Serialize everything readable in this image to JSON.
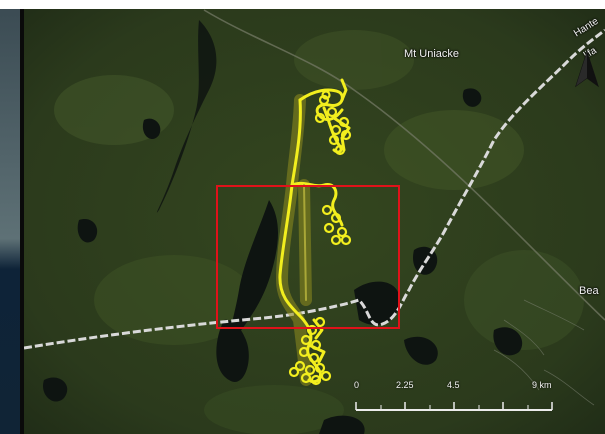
{
  "map": {
    "place_labels": {
      "unicacke": "Mt Uniacke",
      "hants": "Hante",
      "halifax": "lifa",
      "bea": "Bea"
    },
    "scale_bar": {
      "ticks": [
        "0",
        "2.25",
        "4.5",
        "",
        "9 km"
      ]
    },
    "colors": {
      "study_area_box": "#e0121a",
      "tracks": "#f2ee1e",
      "highway": "#e8e8e8",
      "land": "#2d3b1f",
      "water": "#0d1210"
    }
  }
}
